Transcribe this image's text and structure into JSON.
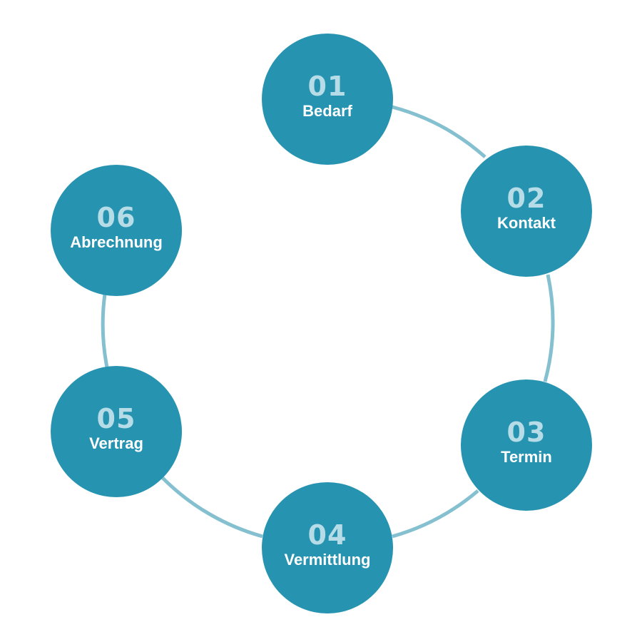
{
  "colors": {
    "circle_fill": "#2693b1",
    "number_color": "#b6dde7",
    "label_color": "#ffffff",
    "ring_color": "#85c0d0"
  },
  "steps": [
    {
      "number": "01",
      "label": "Bedarf"
    },
    {
      "number": "02",
      "label": "Kontakt"
    },
    {
      "number": "03",
      "label": "Termin"
    },
    {
      "number": "04",
      "label": "Vermittlung"
    },
    {
      "number": "05",
      "label": "Vertrag"
    },
    {
      "number": "06",
      "label": "Abrechnung"
    }
  ]
}
